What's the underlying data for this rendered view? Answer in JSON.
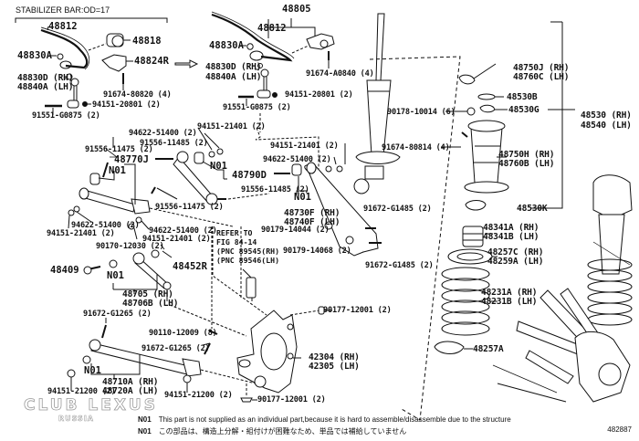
{
  "title": "STABILIZER BAR:OD=17",
  "diagram_id": "482887",
  "watermark": {
    "main": "CLUB LEXUS",
    "sub": "RUSSIA"
  },
  "refer_note": [
    "REFER TO",
    "FIG 84-14",
    "(PNC 89545(RH)",
    "(PNC 89546(LH)"
  ],
  "notes": [
    {
      "code": "N01",
      "text": "This part is not supplied as an individual part,because it is hard to assemble/disassemble due to the structure"
    },
    {
      "code": "N01",
      "text": "この部品は、構造上分解・組付けが困難なため、単品では補給していません"
    }
  ],
  "labels": {
    "p48812_a": "48812",
    "p48818": "48818",
    "p48830A_a": "48830A",
    "p48824R": "48824R",
    "p48830D_a": "48830D (RH)",
    "p48840A_a": "48840A (LH)",
    "p91674_80820": "91674-80820 (4)",
    "p94151_20801_a": "94151-20801 (2)",
    "p91551_a": "91551-G0875 (2)",
    "p48805": "48805",
    "p48812_b": "48812",
    "p48830A_b": "48830A",
    "p91674_A0840": "91674-A0840 (4)",
    "p48830D_b": "48830D (RH)",
    "p48840A_b": "48840A (LH)",
    "p94151_20801_b": "94151-20801 (2)",
    "p91551_b": "91551-G0875 (2)",
    "p48750J": "48750J (RH)",
    "p48760C": "48760C (LH)",
    "p48530B": "48530B",
    "p90178": "90178-10014 (6)",
    "p48530G": "48530G",
    "p48530": "48530 (RH)",
    "p48540": "48540 (LH)",
    "p91674_80814": "91674-80814 (4)",
    "p48750H": "48750H (RH)",
    "p48760B": "48760B (LH)",
    "p48530K": "48530K",
    "p94622_51400_a": "94622-51400 (2)",
    "p94151_21401_a": "94151-21401 (2)",
    "p91556_11485_a": "91556-11485 (2)",
    "p91556_11475_a": "91556-11475 (2)",
    "p48770J": "48770J",
    "p_n01_a": "N01",
    "p_n01_b": "N01",
    "p48790D": "48790D",
    "p91556_11475_b": "91556-11475 (2)",
    "p94622_51400_b": "94622-51400 (2)",
    "p94151_21401_b": "94151-21401 (2)",
    "p94622_51400_c": "94622-51400 (2)",
    "p94151_21401_c": "94151-21401 (2)",
    "p90170": "90170-12030 (2)",
    "p94151_21401_d": "94151-21401 (2)",
    "p94622_51400_d": "94622-51400 (2)",
    "p91556_11485_b": "91556-11485 (2)",
    "p_n01_c": "N01",
    "p48730F": "48730F (RH)",
    "p48740F": "48740F (LH)",
    "p90179_14044": "90179-14044 (2)",
    "p90179_14068": "90179-14068 (2)",
    "p91672_G1485_a": "91672-G1485 (2)",
    "p91672_G1485_b": "91672-G1485 (2)",
    "p48409": "48409",
    "p_n01_d": "N01",
    "p48452R": "48452R",
    "p48705": "48705 (RH)",
    "p48706B": "48706B (LH)",
    "p91672_G1265_a": "91672-G1265 (2)",
    "p90110": "90110-12009 (8)",
    "p91672_G1265_b": "91672-G1265 (2)",
    "p90177_a": "90177-12001 (2)",
    "p_n01_e": "N01",
    "p48710A": "48710A (RH)",
    "p48720A": "48720A (LH)",
    "p94151_21200_a": "94151-21200 (2)",
    "p94151_21200_b": "94151-21200 (2)",
    "p42304": "42304 (RH)",
    "p42305": "42305 (LH)",
    "p90177_b": "90177-12001 (2)",
    "p48341A": "48341A (RH)",
    "p48341B": "48341B (LH)",
    "p48257C": "48257C (RH)",
    "p48259A": "48259A (LH)",
    "p48231A": "48231A (RH)",
    "p48231B": "48231B (LH)",
    "p48257A": "48257A"
  }
}
